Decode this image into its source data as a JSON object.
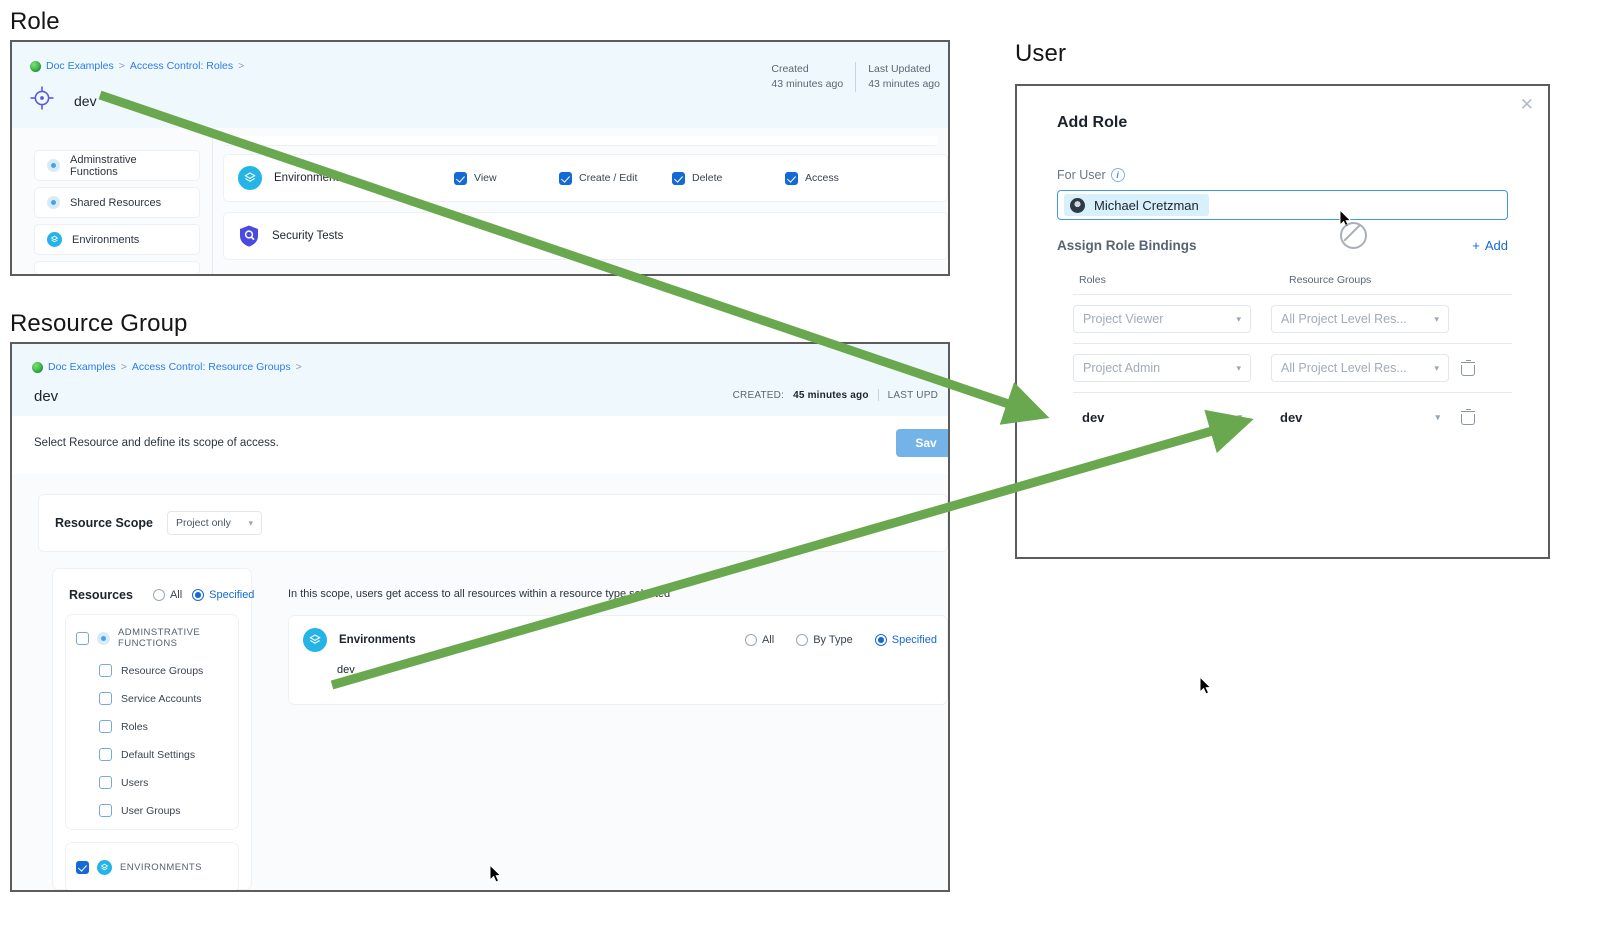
{
  "sections": {
    "role_label": "Role",
    "resource_group_label": "Resource Group",
    "user_label": "User"
  },
  "role_panel": {
    "breadcrumb": [
      "Doc Examples",
      "Access Control: Roles"
    ],
    "breadcrumb_sep": ">",
    "title": "dev",
    "meta": [
      {
        "label": "Created",
        "value": "43 minutes ago"
      },
      {
        "label": "Last Updated",
        "value": "43 minutes ago"
      }
    ],
    "sidebar": [
      {
        "label": "Adminstrative Functions",
        "icon": "light-blue-dot-icon"
      },
      {
        "label": "Shared Resources",
        "icon": "light-blue-dot-icon"
      },
      {
        "label": "Environments",
        "icon": "cyan-layers-icon"
      }
    ],
    "permission_rows": [
      {
        "name": "Environments",
        "icon": "environments-icon",
        "checks": [
          {
            "label": "View",
            "checked": true
          },
          {
            "label": "Create / Edit",
            "checked": true
          },
          {
            "label": "Delete",
            "checked": true
          },
          {
            "label": "Access",
            "checked": true
          }
        ]
      },
      {
        "name": "Security Tests",
        "icon": "security-shield-icon",
        "checks": []
      }
    ]
  },
  "resource_group_panel": {
    "breadcrumb": [
      "Doc Examples",
      "Access Control: Resource Groups"
    ],
    "breadcrumb_sep": ">",
    "title": "dev",
    "meta_created_label": "CREATED:",
    "meta_created_value": "45 minutes ago",
    "meta_updated_label": "LAST UPD",
    "subtitle": "Select Resource and define its scope of access.",
    "save_label": "Sav",
    "scope_label": "Resource Scope",
    "scope_value": "Project only",
    "resources_title": "Resources",
    "resources_options": [
      {
        "label": "All",
        "selected": false
      },
      {
        "label": "Specified",
        "selected": true
      }
    ],
    "groups": [
      {
        "label": "ADMINSTRATIVE FUNCTIONS",
        "checked": false,
        "icon": "light-blue-dot-icon",
        "items": [
          {
            "label": "Resource Groups",
            "checked": false
          },
          {
            "label": "Service Accounts",
            "checked": false
          },
          {
            "label": "Roles",
            "checked": false
          },
          {
            "label": "Default Settings",
            "checked": false
          },
          {
            "label": "Users",
            "checked": false
          },
          {
            "label": "User Groups",
            "checked": false
          }
        ]
      },
      {
        "label": "ENVIRONMENTS",
        "checked": true,
        "icon": "cyan-layers-icon",
        "items": []
      }
    ],
    "scope_note": "In this scope, users get access to all resources within a resource type selected",
    "env_card": {
      "name": "Environments",
      "icon": "environments-icon",
      "options": [
        {
          "label": "All",
          "selected": false
        },
        {
          "label": "By Type",
          "selected": false
        },
        {
          "label": "Specified",
          "selected": true
        }
      ],
      "value": "dev"
    }
  },
  "user_panel": {
    "dialog_title": "Add Role",
    "close_icon": "close-icon",
    "for_user_label": "For User",
    "info_icon": "info-icon",
    "selected_user": "Michael Cretzman",
    "bindings_title": "Assign Role Bindings",
    "add_label": "Add",
    "add_icon": "plus-icon",
    "columns": [
      "Roles",
      "Resource Groups"
    ],
    "rows": [
      {
        "role": "Project Viewer",
        "resource_group": "All Project Level Res...",
        "role_muted": true,
        "rg_muted": true,
        "deletable": false
      },
      {
        "role": "Project Admin",
        "resource_group": "All Project Level Res...",
        "role_muted": true,
        "rg_muted": true,
        "deletable": true
      },
      {
        "role": "dev",
        "resource_group": "dev",
        "role_muted": false,
        "rg_muted": false,
        "deletable": true
      }
    ]
  },
  "colors": {
    "arrow_green": "#6aa84f",
    "accent_blue": "#1569d6",
    "header_band": "#eff9fd",
    "link_blue": "#2c7be5",
    "save_blue": "#74b3e8",
    "chip_blue": "#d8f0fb"
  }
}
